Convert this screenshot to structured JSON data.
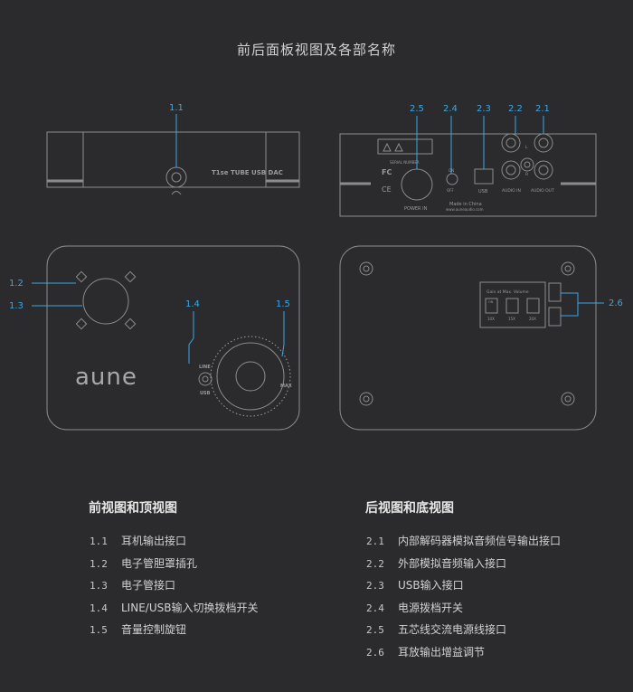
{
  "title": "前后面板视图及各部名称",
  "colors": {
    "background": "#2b2b2d",
    "line": "#8c8c8c",
    "accent": "#3aa7e6"
  },
  "callouts": {
    "front": [
      "1.1"
    ],
    "top": [
      "1.2",
      "1.3",
      "1.4",
      "1.5"
    ],
    "rear": [
      "2.5",
      "2.4",
      "2.3",
      "2.2",
      "2.1"
    ],
    "bottom": [
      "2.6"
    ]
  },
  "front_panel": {
    "model": "T1se",
    "model_suffix": "TUBE USB DAC"
  },
  "rear_panel": {
    "serial_label": "SERIAL NUMBER",
    "power_in": "POWER IN",
    "switch_on": "ON",
    "switch_off": "OFF",
    "usb": "USB",
    "audio_in": "AUDIO IN",
    "audio_out": "AUDIO OUT",
    "channel_l": "L",
    "channel_r": "R",
    "made_in": "Made in China",
    "website": "www.auneaudio.com"
  },
  "top_panel": {
    "brand": "aune",
    "switch_line": "LINE",
    "switch_usb": "USB",
    "knob_max": "MAX"
  },
  "bottom_panel": {
    "gain_title": "Gain at Max. Volume",
    "gain_on": "ON",
    "gain_options": [
      "10X",
      "15X",
      "20X"
    ]
  },
  "sections": [
    {
      "title": "前视图和顶视图",
      "items": [
        {
          "num": "1.1",
          "text": "耳机输出接口"
        },
        {
          "num": "1.2",
          "text": "电子管胆罩插孔"
        },
        {
          "num": "1.3",
          "text": "电子管接口"
        },
        {
          "num": "1.4",
          "text": "LINE/USB输入切换拨档开关"
        },
        {
          "num": "1.5",
          "text": "音量控制旋钮"
        }
      ]
    },
    {
      "title": "后视图和底视图",
      "items": [
        {
          "num": "2.1",
          "text": "内部解码器模拟音频信号输出接口"
        },
        {
          "num": "2.2",
          "text": "外部模拟音频输入接口"
        },
        {
          "num": "2.3",
          "text": "USB输入接口"
        },
        {
          "num": "2.4",
          "text": "电源拨档开关"
        },
        {
          "num": "2.5",
          "text": "五芯线交流电源线接口"
        },
        {
          "num": "2.6",
          "text": "耳放输出增益调节"
        }
      ]
    }
  ]
}
